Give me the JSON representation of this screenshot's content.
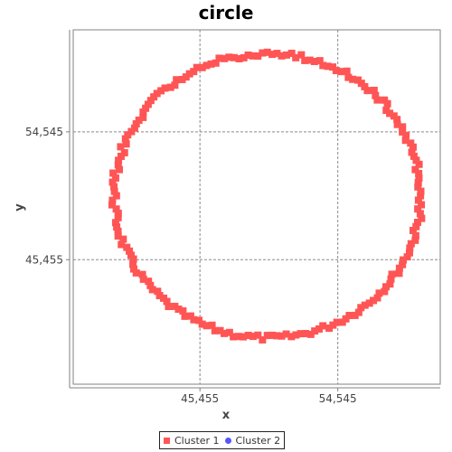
{
  "chart_data": {
    "type": "scatter",
    "title": "circle",
    "xlabel": "x",
    "ylabel": "y",
    "xlim": [
      37.1,
      61.3
    ],
    "ylim": [
      36.6,
      61.8
    ],
    "x_ticks": [
      {
        "value": 45.455,
        "label": "45,455"
      },
      {
        "value": 54.545,
        "label": "54,545"
      }
    ],
    "y_ticks": [
      {
        "value": 54.545,
        "label": "54,545"
      },
      {
        "value": 45.455,
        "label": "45,455"
      }
    ],
    "grid": true,
    "legend": "bottom-center",
    "series": [
      {
        "name": "Cluster 1",
        "marker": "square",
        "color": "#ff5555",
        "shape": "ring",
        "center": [
          49.9,
          50.0
        ],
        "radius": 10.1,
        "point_count": 200,
        "noise": 0.2
      },
      {
        "name": "Cluster 2",
        "marker": "circle",
        "color": "#5555ff",
        "points": []
      }
    ]
  }
}
